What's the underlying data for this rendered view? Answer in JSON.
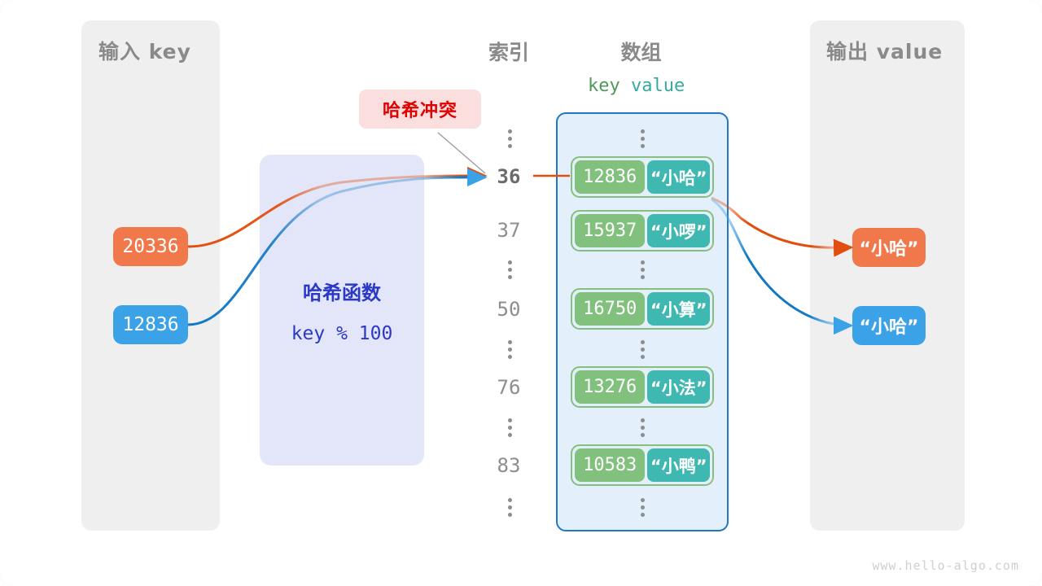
{
  "panels": {
    "input": {
      "title": "输入 key"
    },
    "output": {
      "title": "输出 value"
    }
  },
  "columns": {
    "index_title": "索引",
    "array_title": "数组",
    "key_header": "key",
    "value_header": "value"
  },
  "hash_function": {
    "title": "哈希函数",
    "expression": "key % 100"
  },
  "collision_badge": {
    "label": "哈希冲突"
  },
  "inputs": [
    {
      "value": "20336",
      "color": "#f1784a"
    },
    {
      "value": "12836",
      "color": "#3ba2e8"
    }
  ],
  "outputs": [
    {
      "value": "“小哈”",
      "color": "#f1784a"
    },
    {
      "value": "“小哈”",
      "color": "#3ba2e8"
    }
  ],
  "indices": [
    {
      "label": "36",
      "highlight": true
    },
    {
      "label": "37",
      "highlight": false
    },
    {
      "label": "50",
      "highlight": false
    },
    {
      "label": "76",
      "highlight": false
    },
    {
      "label": "83",
      "highlight": false
    }
  ],
  "buckets": [
    {
      "key": "12836",
      "value": "“小哈”"
    },
    {
      "key": "15937",
      "value": "“小啰”"
    },
    {
      "key": "16750",
      "value": "“小算”"
    },
    {
      "key": "13276",
      "value": "“小法”"
    },
    {
      "key": "10583",
      "value": "“小鸭”"
    }
  ],
  "colors": {
    "key_box": "#82c07e",
    "value_box": "#3fb8b1",
    "array_bg": "#e3f0fb",
    "array_border": "#1f78c1",
    "hash_bg": "#e3e6f8",
    "hash_text": "#2b39c4",
    "panel_bg": "#efefef",
    "badge_bg": "#fbdfdf",
    "badge_text": "#e00000",
    "orange_wire": "#e14f10",
    "blue_wire": "#1278c4"
  },
  "watermark": "www.hello-algo.com"
}
